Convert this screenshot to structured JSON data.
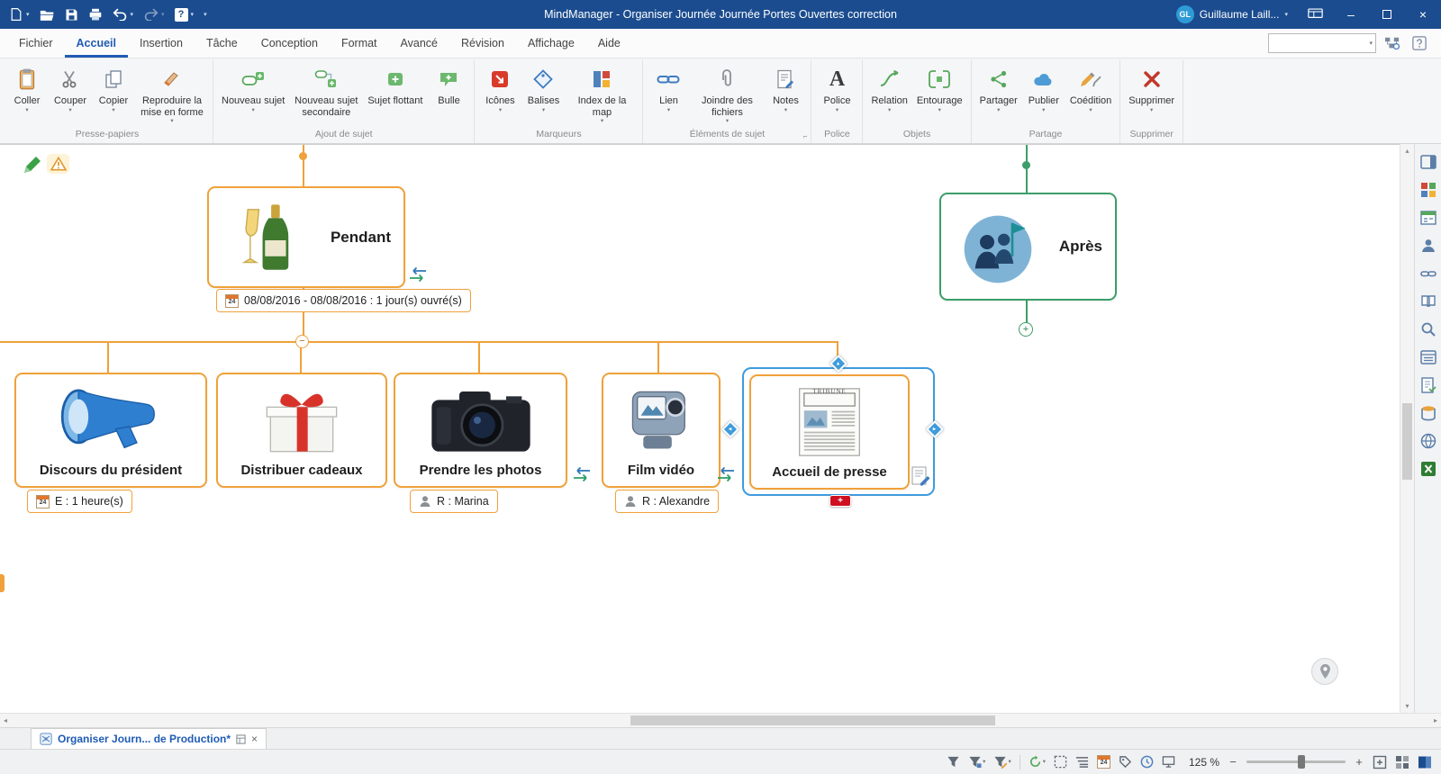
{
  "icons": {
    "chevron": "▾",
    "help": "?",
    "close": "×",
    "minimize": "–",
    "plus": "+",
    "minus": "−",
    "up": "▴",
    "down": "▾",
    "left": "◂",
    "right": "▸"
  },
  "titlebar": {
    "title": "MindManager - Organiser Journée Journée Portes Ouvertes correction",
    "user": {
      "initials": "GL",
      "name": "Guillaume Laill..."
    }
  },
  "tabrow": {
    "tabs": [
      "Fichier",
      "Accueil",
      "Insertion",
      "Tâche",
      "Conception",
      "Format",
      "Avancé",
      "Révision",
      "Affichage",
      "Aide"
    ],
    "search_value": ""
  },
  "ribbon": {
    "groups": [
      {
        "label": "Presse-papiers",
        "buttons": [
          "Coller",
          "Couper",
          "Copier",
          "Reproduire la mise en forme"
        ]
      },
      {
        "label": "Ajout de sujet",
        "buttons": [
          "Nouveau sujet",
          "Nouveau sujet secondaire",
          "Sujet flottant",
          "Bulle"
        ]
      },
      {
        "label": "Marqueurs",
        "buttons": [
          "Icônes",
          "Balises",
          "Index de la map"
        ]
      },
      {
        "label": "Éléments de sujet",
        "buttons": [
          "Lien",
          "Joindre des fichiers",
          "Notes"
        ]
      },
      {
        "label": "Police",
        "buttons": [
          "Police"
        ]
      },
      {
        "label": "Objets",
        "buttons": [
          "Relation",
          "Entourage"
        ]
      },
      {
        "label": "Partage",
        "buttons": [
          "Partager",
          "Publier",
          "Coédition"
        ]
      },
      {
        "label": "Supprimer",
        "buttons": [
          "Supprimer"
        ]
      }
    ]
  },
  "map": {
    "calendar_day": "24",
    "pendant": {
      "label": "Pendant",
      "date_badge": "08/08/2016 - 08/08/2016 : 1 jour(s) ouvré(s)"
    },
    "apres": {
      "label": "Après"
    },
    "children": [
      {
        "label": "Discours du président",
        "badge": "E : 1 heure(s)"
      },
      {
        "label": "Distribuer cadeaux"
      },
      {
        "label": "Prendre les photos",
        "badge": "R : Marina"
      },
      {
        "label": "Film vidéo",
        "badge": "R : Alexandre"
      },
      {
        "label": "Accueil de presse",
        "masthead": "TRIBUNE"
      }
    ]
  },
  "doc_tab": {
    "label": "Organiser Journ... de Production*"
  },
  "status": {
    "zoom": "125 %"
  }
}
